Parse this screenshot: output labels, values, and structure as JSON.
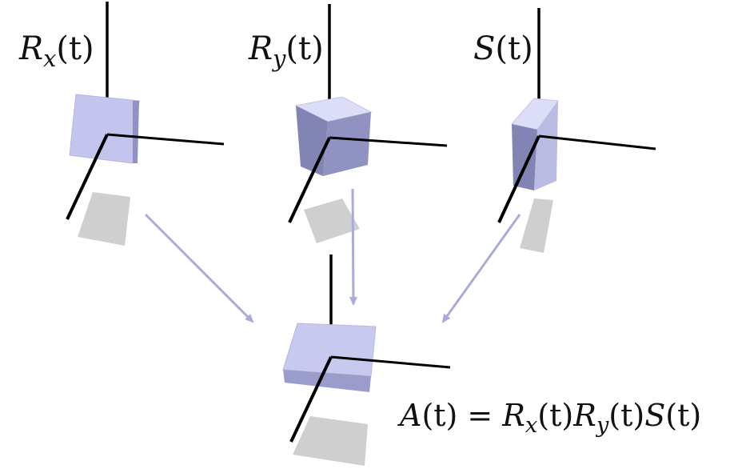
{
  "labels": {
    "rx": {
      "base": "R",
      "sub": "x",
      "arg": "(t)"
    },
    "ry": {
      "base": "R",
      "sub": "y",
      "arg": "(t)"
    },
    "s": {
      "base": "S",
      "arg": "(t)"
    }
  },
  "equation": {
    "lhs_name": "A",
    "lhs_arg": "(t)",
    "equals": "=",
    "term1": {
      "base": "R",
      "sub": "x",
      "arg": "(t)"
    },
    "term2": {
      "base": "R",
      "sub": "y",
      "arg": "(t)"
    },
    "term3": {
      "base": "S",
      "arg": "(t)"
    }
  },
  "colors": {
    "face_light": "#c7c9ee",
    "face_top": "#dcdef7",
    "face_side": "#8f92c2",
    "face_dark": "#8285b3",
    "axis": "#000000",
    "shadow": "#cfcfcf",
    "arrow": "#a9abd8"
  }
}
